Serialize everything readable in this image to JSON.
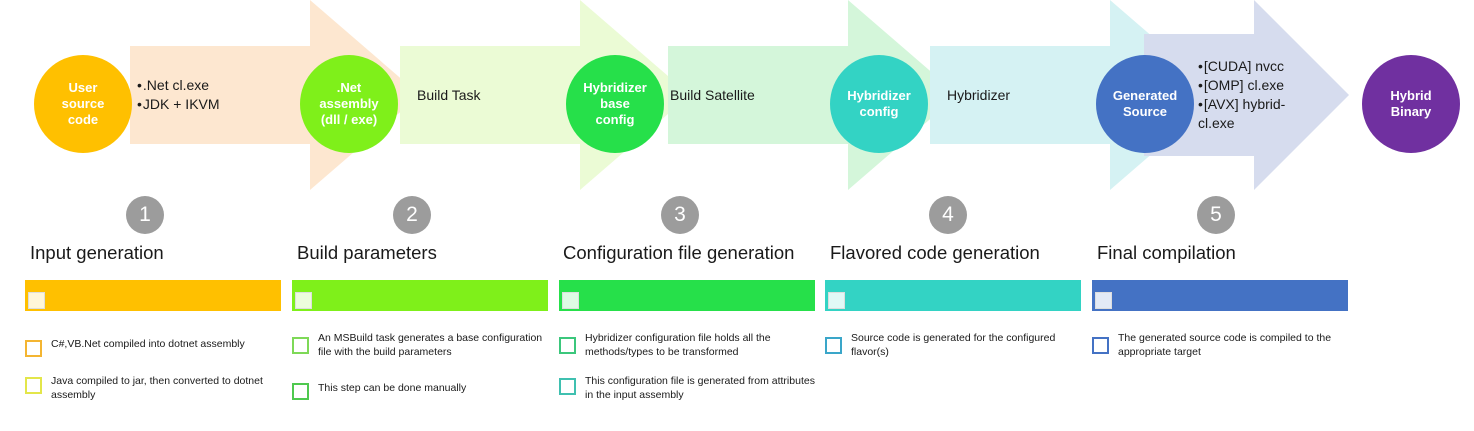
{
  "colors": {
    "stage1": "#FFC000",
    "stage2": "#7FF01A",
    "stage3": "#26E04A",
    "stage4": "#33D3C4",
    "stage5": "#4472C4",
    "final": "#7030A0",
    "number_badge": "#9C9C9C"
  },
  "stages": [
    {
      "circle": "User\nsource\ncode",
      "tools": [
        ".Net cl.exe",
        "JDK + IKVM"
      ],
      "tool_label": "",
      "number": "1",
      "title": "Input generation",
      "arrow_color": "#FDE7D0",
      "notes": [
        {
          "text": "C#,VB.Net compiled into dotnet assembly",
          "box_color": "#F4B531"
        },
        {
          "text": "Java compiled to jar, then converted to dotnet assembly",
          "box_color": "#E3E64A"
        }
      ]
    },
    {
      "circle": ".Net\nassembly\n(dll / exe)",
      "tools": [],
      "tool_label": "Build Task",
      "number": "2",
      "title": "Build parameters",
      "arrow_color": "#EBFBD5",
      "notes": [
        {
          "text": "An MSBuild task generates a base configuration file with the build parameters",
          "box_color": "#7ED957"
        },
        {
          "text": "This step can be done manually",
          "box_color": "#4FC94F"
        }
      ]
    },
    {
      "circle": "Hybridizer\nbase\nconfig",
      "tools": [],
      "tool_label": "Build Satellite",
      "number": "3",
      "title": "Configuration file generation",
      "arrow_color": "#D4F6DA",
      "notes": [
        {
          "text": "Hybridizer configuration file holds all the methods/types to be transformed",
          "box_color": "#3BC77C"
        },
        {
          "text": "This configuration file is generated from attributes in the input assembly",
          "box_color": "#3FC0B0"
        }
      ]
    },
    {
      "circle": "Hybridizer\nconfig",
      "tools": [],
      "tool_label": "Hybridizer",
      "number": "4",
      "title": "Flavored code generation",
      "arrow_color": "#D5F2F3",
      "notes": [
        {
          "text": "Source code is generated for the configured flavor(s)",
          "box_color": "#3AA6C9"
        }
      ]
    },
    {
      "circle": "Generated\nSource",
      "tools": [
        "[CUDA] nvcc",
        "[OMP] cl.exe",
        "[AVX] hybrid-cl.exe"
      ],
      "tool_label": "",
      "number": "5",
      "title": "Final compilation",
      "arrow_color": "#D6DCEE",
      "notes": [
        {
          "text": "The generated source code is compiled to the appropriate target",
          "box_color": "#4472C4"
        }
      ]
    }
  ],
  "final_output": "Hybrid\nBinary"
}
